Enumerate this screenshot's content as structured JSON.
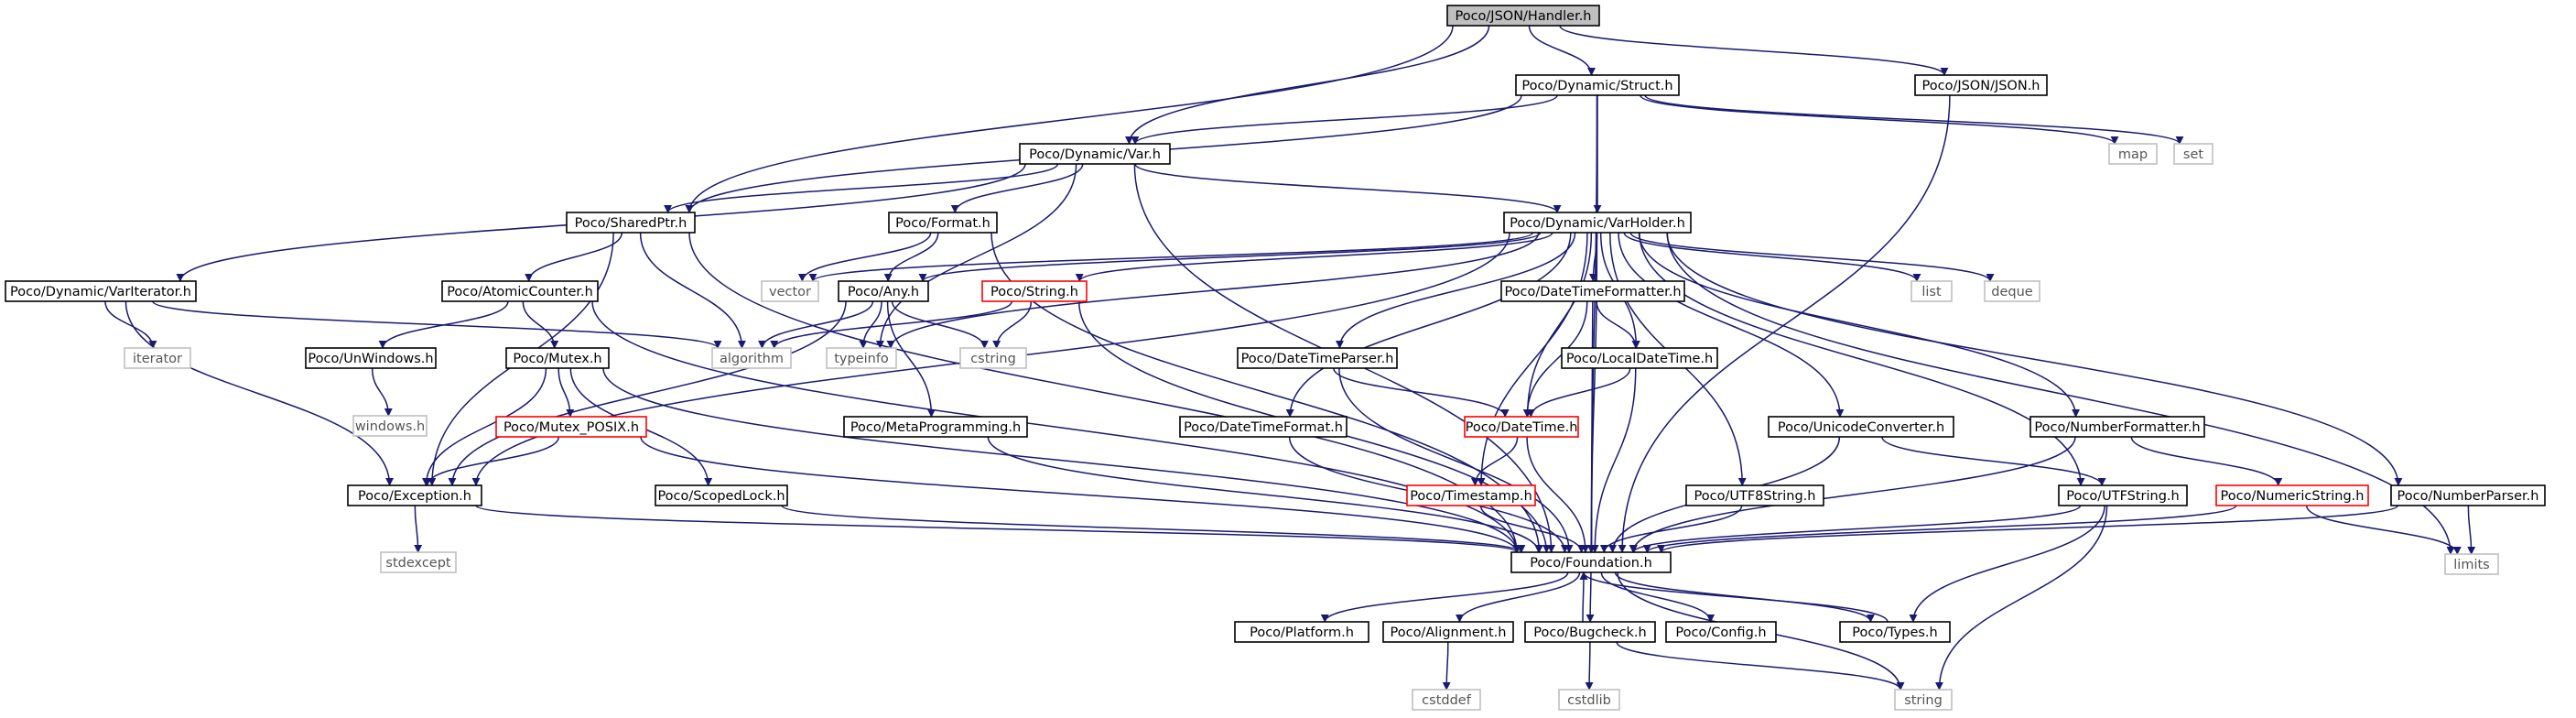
{
  "diagram": {
    "type": "include-dependency-graph",
    "colors": {
      "edge": "#191970",
      "root_fill": "#bfbfbf",
      "missing_border": "#bfbfbf",
      "incomplete_border": "#ff0000",
      "normal_border": "#000000"
    },
    "nodes": [
      {
        "id": "handler",
        "label": "Poco/JSON/Handler.h",
        "kind": "root"
      },
      {
        "id": "struct",
        "label": "Poco/Dynamic/Struct.h",
        "kind": "normal"
      },
      {
        "id": "json",
        "label": "Poco/JSON/JSON.h",
        "kind": "normal"
      },
      {
        "id": "var",
        "label": "Poco/Dynamic/Var.h",
        "kind": "normal"
      },
      {
        "id": "map",
        "label": "map",
        "kind": "missing"
      },
      {
        "id": "set",
        "label": "set",
        "kind": "missing"
      },
      {
        "id": "sharedptr",
        "label": "Poco/SharedPtr.h",
        "kind": "normal"
      },
      {
        "id": "format",
        "label": "Poco/Format.h",
        "kind": "normal"
      },
      {
        "id": "varholder",
        "label": "Poco/Dynamic/VarHolder.h",
        "kind": "normal"
      },
      {
        "id": "variterator",
        "label": "Poco/Dynamic/VarIterator.h",
        "kind": "normal"
      },
      {
        "id": "atomiccounter",
        "label": "Poco/AtomicCounter.h",
        "kind": "normal"
      },
      {
        "id": "vector",
        "label": "vector",
        "kind": "missing"
      },
      {
        "id": "any",
        "label": "Poco/Any.h",
        "kind": "normal"
      },
      {
        "id": "string_h",
        "label": "Poco/String.h",
        "kind": "incomplete"
      },
      {
        "id": "datetimeformatter",
        "label": "Poco/DateTimeFormatter.h",
        "kind": "normal"
      },
      {
        "id": "list",
        "label": "list",
        "kind": "missing"
      },
      {
        "id": "deque",
        "label": "deque",
        "kind": "missing"
      },
      {
        "id": "iterator",
        "label": "iterator",
        "kind": "missing"
      },
      {
        "id": "unwindows",
        "label": "Poco/UnWindows.h",
        "kind": "normal"
      },
      {
        "id": "mutex",
        "label": "Poco/Mutex.h",
        "kind": "normal"
      },
      {
        "id": "algorithm",
        "label": "algorithm",
        "kind": "missing"
      },
      {
        "id": "typeinfo",
        "label": "typeinfo",
        "kind": "missing"
      },
      {
        "id": "cstring",
        "label": "cstring",
        "kind": "missing"
      },
      {
        "id": "datetimeparser",
        "label": "Poco/DateTimeParser.h",
        "kind": "normal"
      },
      {
        "id": "localdatetime",
        "label": "Poco/LocalDateTime.h",
        "kind": "normal"
      },
      {
        "id": "windows",
        "label": "windows.h",
        "kind": "missing"
      },
      {
        "id": "mutex_posix",
        "label": "Poco/Mutex_POSIX.h",
        "kind": "incomplete"
      },
      {
        "id": "metaprogramming",
        "label": "Poco/MetaProgramming.h",
        "kind": "normal"
      },
      {
        "id": "datetimeformat",
        "label": "Poco/DateTimeFormat.h",
        "kind": "normal"
      },
      {
        "id": "datetime",
        "label": "Poco/DateTime.h",
        "kind": "incomplete"
      },
      {
        "id": "unicodeconverter",
        "label": "Poco/UnicodeConverter.h",
        "kind": "normal"
      },
      {
        "id": "numberformatter",
        "label": "Poco/NumberFormatter.h",
        "kind": "normal"
      },
      {
        "id": "exception",
        "label": "Poco/Exception.h",
        "kind": "normal"
      },
      {
        "id": "scopedlock",
        "label": "Poco/ScopedLock.h",
        "kind": "normal"
      },
      {
        "id": "timestamp",
        "label": "Poco/Timestamp.h",
        "kind": "incomplete"
      },
      {
        "id": "utf8string",
        "label": "Poco/UTF8String.h",
        "kind": "normal"
      },
      {
        "id": "utfstring",
        "label": "Poco/UTFString.h",
        "kind": "normal"
      },
      {
        "id": "numericstring",
        "label": "Poco/NumericString.h",
        "kind": "incomplete"
      },
      {
        "id": "numberparser",
        "label": "Poco/NumberParser.h",
        "kind": "normal"
      },
      {
        "id": "stdexcept",
        "label": "stdexcept",
        "kind": "missing"
      },
      {
        "id": "foundation",
        "label": "Poco/Foundation.h",
        "kind": "normal"
      },
      {
        "id": "limits",
        "label": "limits",
        "kind": "missing"
      },
      {
        "id": "platform",
        "label": "Poco/Platform.h",
        "kind": "normal"
      },
      {
        "id": "alignment",
        "label": "Poco/Alignment.h",
        "kind": "normal"
      },
      {
        "id": "bugcheck",
        "label": "Poco/Bugcheck.h",
        "kind": "normal"
      },
      {
        "id": "config",
        "label": "Poco/Config.h",
        "kind": "normal"
      },
      {
        "id": "types",
        "label": "Poco/Types.h",
        "kind": "normal"
      },
      {
        "id": "cstddef",
        "label": "cstddef",
        "kind": "missing"
      },
      {
        "id": "cstdlib",
        "label": "cstdlib",
        "kind": "missing"
      },
      {
        "id": "string",
        "label": "string",
        "kind": "missing"
      }
    ],
    "edges": [
      [
        "handler",
        "struct"
      ],
      [
        "handler",
        "json"
      ],
      [
        "handler",
        "var"
      ],
      [
        "handler",
        "sharedptr"
      ],
      [
        "struct",
        "var"
      ],
      [
        "struct",
        "map"
      ],
      [
        "struct",
        "set"
      ],
      [
        "struct",
        "sharedptr"
      ],
      [
        "struct",
        "varholder"
      ],
      [
        "struct",
        "foundation"
      ],
      [
        "json",
        "foundation"
      ],
      [
        "var",
        "sharedptr"
      ],
      [
        "var",
        "format"
      ],
      [
        "var",
        "varholder"
      ],
      [
        "var",
        "variterator"
      ],
      [
        "var",
        "typeinfo"
      ],
      [
        "var",
        "foundation"
      ],
      [
        "sharedptr",
        "atomiccounter"
      ],
      [
        "sharedptr",
        "algorithm"
      ],
      [
        "sharedptr",
        "exception"
      ],
      [
        "sharedptr",
        "foundation"
      ],
      [
        "format",
        "vector"
      ],
      [
        "format",
        "any"
      ],
      [
        "format",
        "foundation"
      ],
      [
        "varholder",
        "vector"
      ],
      [
        "varholder",
        "any"
      ],
      [
        "varholder",
        "string_h"
      ],
      [
        "varholder",
        "typeinfo"
      ],
      [
        "varholder",
        "datetimeformatter"
      ],
      [
        "varholder",
        "datetimeparser"
      ],
      [
        "varholder",
        "datetimeformat"
      ],
      [
        "varholder",
        "localdatetime"
      ],
      [
        "varholder",
        "datetime"
      ],
      [
        "varholder",
        "timestamp"
      ],
      [
        "varholder",
        "utf8string"
      ],
      [
        "varholder",
        "unicodeconverter"
      ],
      [
        "varholder",
        "numberformatter"
      ],
      [
        "varholder",
        "utfstring"
      ],
      [
        "varholder",
        "numberparser"
      ],
      [
        "varholder",
        "list"
      ],
      [
        "varholder",
        "deque"
      ],
      [
        "varholder",
        "limits"
      ],
      [
        "varholder",
        "exception"
      ],
      [
        "varholder",
        "foundation"
      ],
      [
        "variterator",
        "iterator"
      ],
      [
        "variterator",
        "algorithm"
      ],
      [
        "variterator",
        "exception"
      ],
      [
        "atomiccounter",
        "unwindows"
      ],
      [
        "atomiccounter",
        "mutex"
      ],
      [
        "atomiccounter",
        "foundation"
      ],
      [
        "any",
        "algorithm"
      ],
      [
        "any",
        "typeinfo"
      ],
      [
        "any",
        "cstring"
      ],
      [
        "any",
        "metaprogramming"
      ],
      [
        "any",
        "exception"
      ],
      [
        "string_h",
        "algorithm"
      ],
      [
        "string_h",
        "cstring"
      ],
      [
        "string_h",
        "foundation"
      ],
      [
        "datetimeformatter",
        "datetime"
      ],
      [
        "datetimeformatter",
        "localdatetime"
      ],
      [
        "datetimeformatter",
        "foundation"
      ],
      [
        "unwindows",
        "windows"
      ],
      [
        "mutex",
        "mutex_posix"
      ],
      [
        "mutex",
        "scopedlock"
      ],
      [
        "mutex",
        "exception"
      ],
      [
        "mutex",
        "foundation"
      ],
      [
        "mutex_posix",
        "exception"
      ],
      [
        "mutex_posix",
        "foundation"
      ],
      [
        "datetimeparser",
        "datetime"
      ],
      [
        "datetimeparser",
        "foundation"
      ],
      [
        "localdatetime",
        "datetime"
      ],
      [
        "localdatetime",
        "foundation"
      ],
      [
        "metaprogramming",
        "foundation"
      ],
      [
        "datetimeformat",
        "foundation"
      ],
      [
        "datetime",
        "timestamp"
      ],
      [
        "datetime",
        "foundation"
      ],
      [
        "unicodeconverter",
        "utfstring"
      ],
      [
        "unicodeconverter",
        "foundation"
      ],
      [
        "numberformatter",
        "numericstring"
      ],
      [
        "numberformatter",
        "foundation"
      ],
      [
        "exception",
        "stdexcept"
      ],
      [
        "exception",
        "foundation"
      ],
      [
        "scopedlock",
        "foundation"
      ],
      [
        "timestamp",
        "foundation"
      ],
      [
        "utf8string",
        "foundation"
      ],
      [
        "utfstring",
        "types"
      ],
      [
        "utfstring",
        "string"
      ],
      [
        "utfstring",
        "foundation"
      ],
      [
        "numericstring",
        "limits"
      ],
      [
        "numericstring",
        "foundation"
      ],
      [
        "numberparser",
        "limits"
      ],
      [
        "numberparser",
        "foundation"
      ],
      [
        "foundation",
        "platform"
      ],
      [
        "foundation",
        "alignment"
      ],
      [
        "foundation",
        "bugcheck"
      ],
      [
        "foundation",
        "config"
      ],
      [
        "foundation",
        "types"
      ],
      [
        "foundation",
        "string"
      ],
      [
        "alignment",
        "cstddef"
      ],
      [
        "bugcheck",
        "foundation"
      ],
      [
        "bugcheck",
        "cstdlib"
      ],
      [
        "bugcheck",
        "string"
      ],
      [
        "types",
        "foundation"
      ]
    ]
  }
}
